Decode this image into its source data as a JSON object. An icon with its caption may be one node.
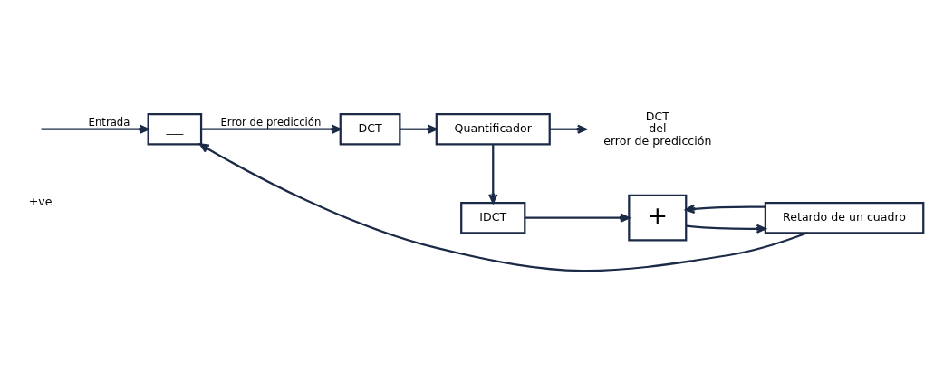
{
  "diagram": {
    "nodes": [
      {
        "text": [
          "___"
        ]
      },
      {
        "text": [
          "DCT"
        ]
      },
      {
        "text": [
          "Quantificador"
        ]
      },
      {
        "text": [
          "IDCT"
        ]
      },
      {
        "text": [
          "+"
        ]
      },
      {
        "text": [
          "Retardo de un cuadro"
        ]
      },
      {
        "text": [
          "DCT del error de predicción"
        ]
      }
    ],
    "edges": [
      {
        "from": null,
        "to": 0,
        "arrow": "to",
        "label": "Entrada"
      },
      {
        "from": 0,
        "to": 1,
        "arrow": "to",
        "label": "Error de predicción"
      },
      {
        "from": 1,
        "to": 2,
        "arrow": "to"
      },
      {
        "from": 2,
        "to": 6,
        "arrow": "to"
      },
      {
        "from": 2,
        "to": 3,
        "arrow": "to"
      },
      {
        "from": 3,
        "to": 4,
        "arrow": "to"
      },
      {
        "from": 4,
        "to": 5,
        "arrow": "to"
      },
      {
        "from": 5,
        "to": 0,
        "arrow": "to"
      },
      {
        "from": 5,
        "to": 4,
        "arrow": "to"
      }
    ],
    "labels": [
      "+ve"
    ]
  }
}
